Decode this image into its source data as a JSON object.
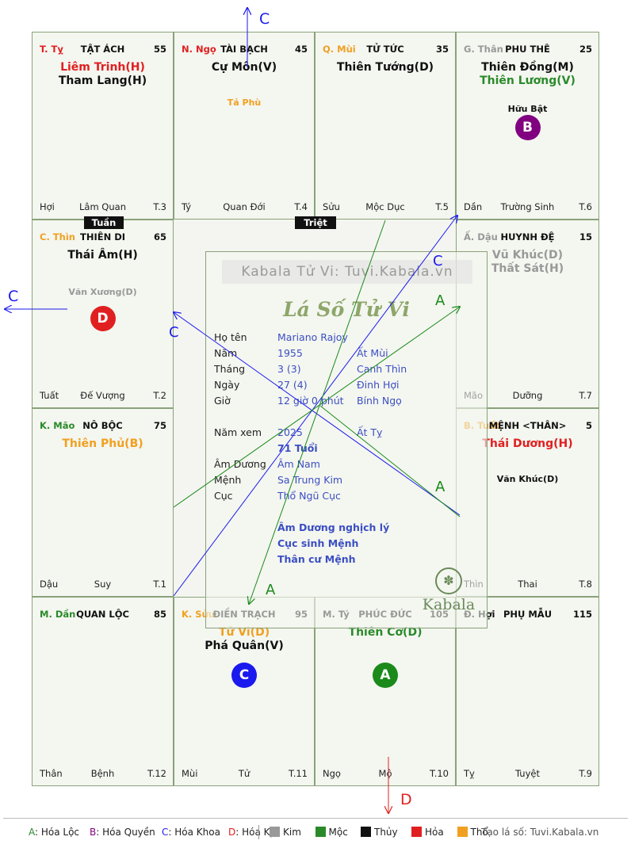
{
  "palaces": [
    {
      "id": "ty",
      "can": "T. Tỵ",
      "can_color": "#e02020",
      "name": "TẬT ÁCH",
      "num": "55",
      "stars": [
        {
          "text": "Liêm Trinh(H)",
          "color": "#e02020"
        },
        {
          "text": "Tham Lang(H)",
          "color": "#111111"
        }
      ],
      "minors": [],
      "foot": [
        "Hợi",
        "Lâm Quan",
        "T.3"
      ]
    },
    {
      "id": "ngo",
      "can": "N. Ngọ",
      "can_color": "#e02020",
      "name": "TÀI BẠCH",
      "num": "45",
      "stars": [
        {
          "text": "Cự Môn(V)",
          "color": "#111111"
        }
      ],
      "minors": [
        {
          "text": "Tả Phù",
          "color": "#f0a020"
        }
      ],
      "foot": [
        "Tý",
        "Quan Đới",
        "T.4"
      ]
    },
    {
      "id": "mui",
      "can": "Q. Mùi",
      "can_color": "#f0a020",
      "name": "TỬ TỨC",
      "num": "35",
      "stars": [
        {
          "text": "Thiên Tướng(D)",
          "color": "#111111"
        }
      ],
      "minors": [],
      "foot": [
        "Sửu",
        "Mộc Dục",
        "T.5"
      ]
    },
    {
      "id": "than",
      "can": "G. Thân",
      "can_color": "#999999",
      "name": "PHU THÊ",
      "num": "25",
      "stars": [
        {
          "text": "Thiên Đồng(M)",
          "color": "#111111"
        },
        {
          "text": "Thiên Lương(V)",
          "color": "#2a8a2a"
        }
      ],
      "minors": [
        {
          "text": "Hữu Bật",
          "color": "#111111"
        }
      ],
      "foot": [
        "Dần",
        "Trường Sinh",
        "T.6"
      ],
      "circle": {
        "text": "B",
        "color": "#800080"
      }
    },
    {
      "id": "thin",
      "can": "C. Thìn",
      "can_color": "#f0a020",
      "name": "THIÊN DI",
      "num": "65",
      "stars": [
        {
          "text": "Thái Âm(H)",
          "color": "#111111"
        }
      ],
      "minors": [
        {
          "text": "Văn Xương(D)",
          "color": "#999999"
        }
      ],
      "foot": [
        "Tuất",
        "Đế Vượng",
        "T.2"
      ],
      "circle": {
        "text": "D",
        "color": "#e02020"
      }
    },
    {
      "id": "dau",
      "can": "Ấ. Dậu",
      "can_color": "#999999",
      "name": "HUYNH ĐỆ",
      "num": "15",
      "stars": [
        {
          "text": "Vũ Khúc(D)",
          "color": "#999999"
        },
        {
          "text": "Thất Sát(H)",
          "color": "#999999"
        }
      ],
      "minors": [],
      "foot": [
        "Mão",
        "Dưỡng",
        "T.7"
      ]
    },
    {
      "id": "mao",
      "can": "K. Mão",
      "can_color": "#2a8a2a",
      "name": "NÔ BỘC",
      "num": "75",
      "stars": [
        {
          "text": "Thiên Phủ(B)",
          "color": "#f0a020"
        }
      ],
      "minors": [],
      "foot": [
        "Dậu",
        "Suy",
        "T.1"
      ]
    },
    {
      "id": "tuat",
      "can": "B. Tuất",
      "can_color": "#f0a020",
      "name": "MỆNH <THÂN>",
      "num": "5",
      "stars": [
        {
          "text": "Thái Dương(H)",
          "color": "#e02020"
        }
      ],
      "minors": [
        {
          "text": "Văn Khúc(D)",
          "color": "#111111"
        }
      ],
      "foot": [
        "Thìn",
        "Thai",
        "T.8"
      ]
    },
    {
      "id": "dan",
      "can": "M. Dần",
      "can_color": "#2a8a2a",
      "name": "QUAN LỘC",
      "num": "85",
      "stars": [],
      "minors": [],
      "foot": [
        "Thân",
        "Bệnh",
        "T.12"
      ]
    },
    {
      "id": "suu",
      "can": "K. Sửu",
      "can_color": "#f0a020",
      "name": "ĐIỀN TRẠCH",
      "num": "95",
      "stars": [
        {
          "text": "Tử Vi(D)",
          "color": "#f0a020"
        },
        {
          "text": "Phá Quân(V)",
          "color": "#111111"
        }
      ],
      "minors": [],
      "foot": [
        "Mùi",
        "Tử",
        "T.11"
      ],
      "circle": {
        "text": "C",
        "color": "#1a1aee"
      }
    },
    {
      "id": "tyy",
      "can": "M. Tý",
      "can_color": "#111111",
      "name": "PHÚC ĐỨC",
      "num": "105",
      "stars": [
        {
          "text": "Thiên Cơ(D)",
          "color": "#2a8a2a"
        }
      ],
      "minors": [],
      "foot": [
        "Ngọ",
        "Mộ",
        "T.10"
      ],
      "circle": {
        "text": "A",
        "color": "#1a8a1a"
      }
    },
    {
      "id": "hoi",
      "can": "Đ. Hợi",
      "can_color": "#111111",
      "name": "PHỤ MẪU",
      "num": "115",
      "stars": [],
      "minors": [],
      "foot": [
        "Tỵ",
        "Tuyệt",
        "T.9"
      ]
    }
  ],
  "tags": {
    "tuan": "Tuần",
    "triet": "Triệt"
  },
  "center": {
    "watermark": "Kabala Tử Vi: Tuvi.Kabala.vn",
    "title": "Lá Số Tử Vi",
    "rows": [
      {
        "label": "Họ tên",
        "v1": "Mariano Rajoy",
        "v2": ""
      },
      {
        "label": "Năm",
        "v1": "1955",
        "v2": "Ất Mùi"
      },
      {
        "label": "Tháng",
        "v1": "3  (3)",
        "v2": "Canh Thìn"
      },
      {
        "label": "Ngày",
        "v1": "27  (4)",
        "v2": "Đinh Hợi"
      },
      {
        "label": "Giờ",
        "v1": "12 giờ 0 phút",
        "v2": "Bính Ngọ"
      }
    ],
    "year_label": "Năm xem",
    "year": "2025",
    "year_can": "Ất Tỵ",
    "age": "71 Tuổi",
    "rows2": [
      {
        "label": "Âm Dương",
        "v1": "Âm Nam"
      },
      {
        "label": "Mệnh",
        "v1": "Sa Trung Kim"
      },
      {
        "label": "Cục",
        "v1": "Thổ Ngũ Cục"
      }
    ],
    "notes": [
      "Âm Dương nghịch lý",
      "Cục sinh Mệnh",
      "Thân cư Mệnh"
    ],
    "brand": "Kabala"
  },
  "arrow_labels": {
    "top": "C",
    "left": "C",
    "bottom": "D",
    "inner_c1": "C",
    "inner_c2": "C",
    "inner_a1": "A",
    "inner_a2": "A",
    "inner_a3": "A"
  },
  "legend": {
    "items": [
      {
        "key": "A",
        "text": ": Hóa Lộc",
        "color": "#2a8a2a"
      },
      {
        "key": "B",
        "text": ": Hóa Quyền",
        "color": "#800080"
      },
      {
        "key": "C",
        "text": ": Hóa Khoa",
        "color": "#1a1aee"
      },
      {
        "key": "D",
        "text": ": Hóa Kị",
        "color": "#e02020"
      }
    ],
    "elements": [
      {
        "text": "Kim",
        "color": "#999999"
      },
      {
        "text": "Mộc",
        "color": "#2a8a2a"
      },
      {
        "text": "Thủy",
        "color": "#111111"
      },
      {
        "text": "Hỏa",
        "color": "#e02020"
      },
      {
        "text": "Thổ",
        "color": "#f0a020"
      }
    ],
    "footer": "Tạo lá số: Tuvi.Kabala.vn"
  }
}
